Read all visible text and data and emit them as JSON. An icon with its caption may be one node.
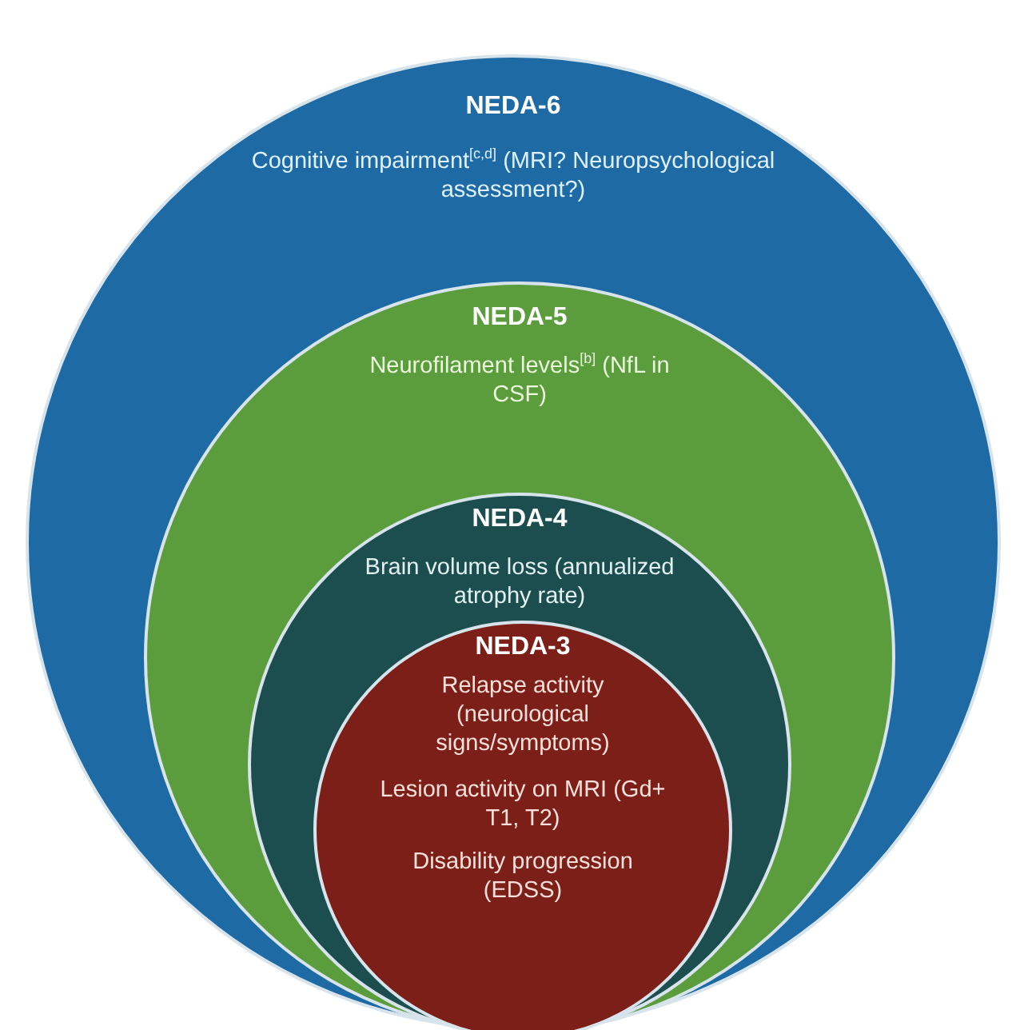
{
  "diagram": {
    "nodes": [
      {
        "text": [
          "NEDA-6",
          "Cognitive impairment$^{[c,d]}$ (MRI? Neuropsychological assessment?)"
        ]
      },
      {
        "text": [
          "NEDA-5",
          "Neurofilament levels$^{[b]}$ (NfL in CSF)"
        ],
        "in": 0
      },
      {
        "text": [
          "NEDA-4",
          "Brain volume loss (annualized atrophy rate)"
        ],
        "in": 1
      },
      {
        "text": [
          "NEDA-3",
          "Relapse activity (neurological signs/symptoms)",
          "Lesion activity on MRI (Gd+ T1, T2)",
          "Disability progression (EDSS)"
        ],
        "in": 2
      }
    ]
  }
}
